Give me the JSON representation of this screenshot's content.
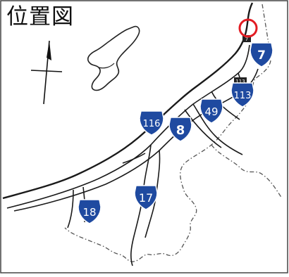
{
  "title": "位置図",
  "colors": {
    "route_shield": "#1f4aa0",
    "shield_border": "#ffffff",
    "marker": "#e21c23",
    "line": "#1a1a1a"
  },
  "icons": [
    "north-arrow-icon",
    "location-marker-icon"
  ],
  "routes": [
    {
      "id": "r7",
      "number": "7"
    },
    {
      "id": "r113",
      "number": "113"
    },
    {
      "id": "r49",
      "number": "49"
    },
    {
      "id": "r116",
      "number": "116"
    },
    {
      "id": "r8",
      "number": "8"
    },
    {
      "id": "r17",
      "number": "17"
    },
    {
      "id": "r18",
      "number": "18"
    }
  ],
  "small_labels": {
    "label_113_small": "113",
    "label_7_small": "7"
  }
}
